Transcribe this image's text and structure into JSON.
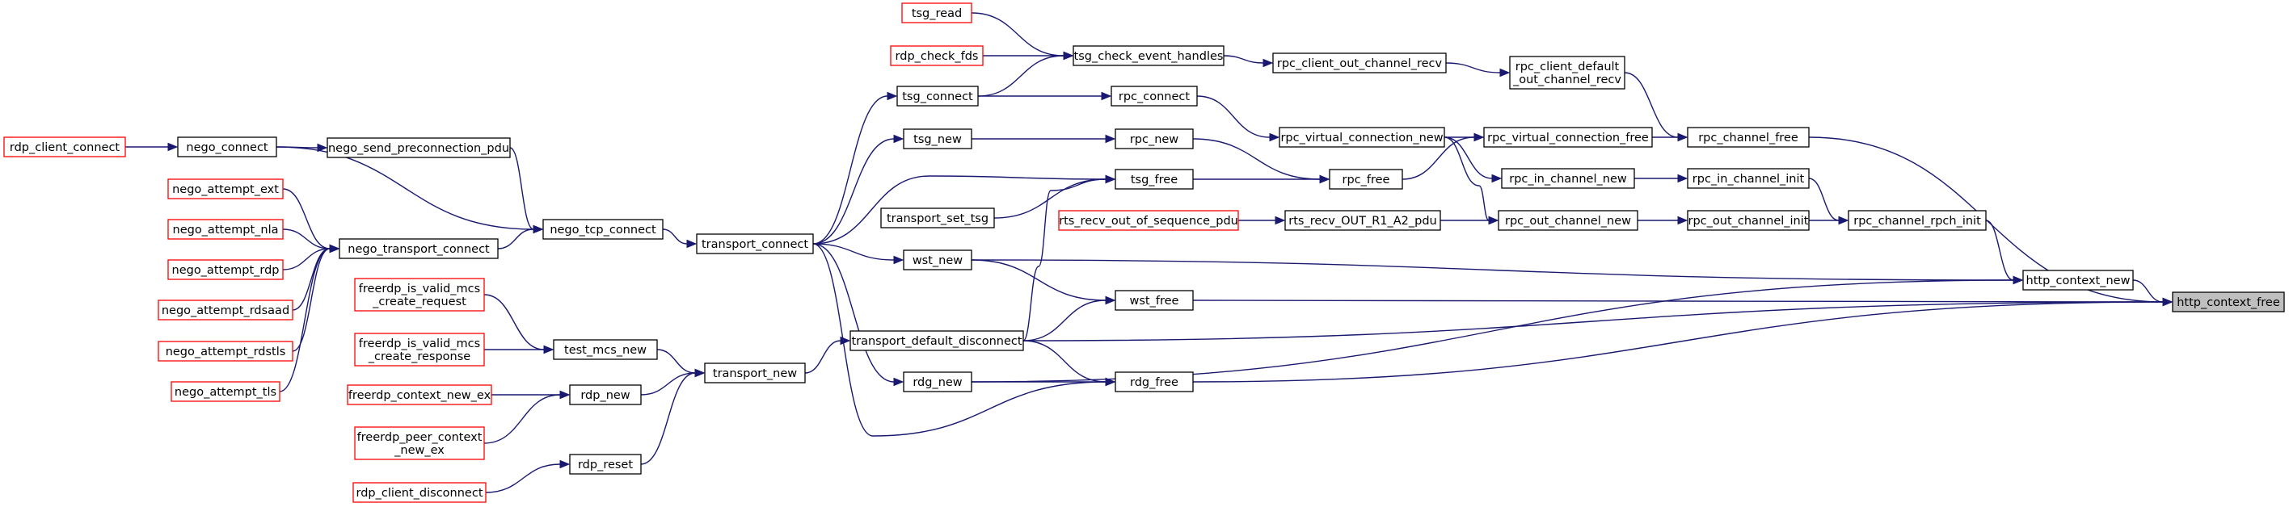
{
  "colors": {
    "edge": "#191970",
    "caller_border": "#000000",
    "truncated_border": "#ff0000",
    "root_fill": "#bfbfbf"
  },
  "nodes": {
    "http_context_free": {
      "label": "http_context_free",
      "kind": "root"
    },
    "http_context_new": {
      "label": "http_context_new",
      "kind": "normal"
    },
    "rpc_channel_free": {
      "label": "rpc_channel_free",
      "kind": "normal"
    },
    "rpc_channel_rpch_init": {
      "label": "rpc_channel_rpch_init",
      "kind": "normal"
    },
    "rpc_client_default_out_channel_recv": {
      "label": "rpc_client_default\n_out_channel_recv",
      "kind": "normal"
    },
    "rpc_virtual_connection_free": {
      "label": "rpc_virtual_connection_free",
      "kind": "normal"
    },
    "rpc_in_channel_init": {
      "label": "rpc_in_channel_init",
      "kind": "normal"
    },
    "rpc_out_channel_init": {
      "label": "rpc_out_channel_init",
      "kind": "normal"
    },
    "rpc_client_out_channel_recv": {
      "label": "rpc_client_out_channel_recv",
      "kind": "normal"
    },
    "rpc_virtual_connection_new": {
      "label": "rpc_virtual_connection_new",
      "kind": "normal"
    },
    "rpc_in_channel_new": {
      "label": "rpc_in_channel_new",
      "kind": "normal"
    },
    "rpc_out_channel_new": {
      "label": "rpc_out_channel_new",
      "kind": "normal"
    },
    "tsg_check_event_handles": {
      "label": "tsg_check_event_handles",
      "kind": "normal"
    },
    "rpc_connect": {
      "label": "rpc_connect",
      "kind": "normal"
    },
    "rpc_new": {
      "label": "rpc_new",
      "kind": "normal"
    },
    "rpc_free": {
      "label": "rpc_free",
      "kind": "normal"
    },
    "rts_recv_OUT_R1_A2_pdu": {
      "label": "rts_recv_OUT_R1_A2_pdu",
      "kind": "normal"
    },
    "rts_recv_out_of_sequence_pdu": {
      "label": "rts_recv_out_of_sequence_pdu",
      "kind": "truncated"
    },
    "tsg_read": {
      "label": "tsg_read",
      "kind": "truncated"
    },
    "rdp_check_fds": {
      "label": "rdp_check_fds",
      "kind": "truncated"
    },
    "tsg_connect": {
      "label": "tsg_connect",
      "kind": "normal"
    },
    "tsg_new": {
      "label": "tsg_new",
      "kind": "normal"
    },
    "tsg_free": {
      "label": "tsg_free",
      "kind": "normal"
    },
    "transport_set_tsg": {
      "label": "transport_set_tsg",
      "kind": "normal"
    },
    "wst_new": {
      "label": "wst_new",
      "kind": "normal"
    },
    "wst_free": {
      "label": "wst_free",
      "kind": "normal"
    },
    "rdg_new": {
      "label": "rdg_new",
      "kind": "normal"
    },
    "rdg_free": {
      "label": "rdg_free",
      "kind": "normal"
    },
    "transport_default_disconnect": {
      "label": "transport_default_disconnect",
      "kind": "normal"
    },
    "transport_connect": {
      "label": "transport_connect",
      "kind": "normal"
    },
    "transport_new": {
      "label": "transport_new",
      "kind": "normal"
    },
    "nego_tcp_connect": {
      "label": "nego_tcp_connect",
      "kind": "normal"
    },
    "nego_send_preconnection_pdu": {
      "label": "nego_send_preconnection_pdu",
      "kind": "normal"
    },
    "nego_transport_connect": {
      "label": "nego_transport_connect",
      "kind": "normal"
    },
    "nego_connect": {
      "label": "nego_connect",
      "kind": "normal"
    },
    "rdp_client_connect": {
      "label": "rdp_client_connect",
      "kind": "truncated"
    },
    "nego_attempt_ext": {
      "label": "nego_attempt_ext",
      "kind": "truncated"
    },
    "nego_attempt_nla": {
      "label": "nego_attempt_nla",
      "kind": "truncated"
    },
    "nego_attempt_rdp": {
      "label": "nego_attempt_rdp",
      "kind": "truncated"
    },
    "nego_attempt_rdsaad": {
      "label": "nego_attempt_rdsaad",
      "kind": "truncated"
    },
    "nego_attempt_rdstls": {
      "label": "nego_attempt_rdstls",
      "kind": "truncated"
    },
    "nego_attempt_tls": {
      "label": "nego_attempt_tls",
      "kind": "truncated"
    },
    "test_mcs_new": {
      "label": "test_mcs_new",
      "kind": "normal"
    },
    "rdp_new": {
      "label": "rdp_new",
      "kind": "normal"
    },
    "rdp_reset": {
      "label": "rdp_reset",
      "kind": "normal"
    },
    "freerdp_is_valid_mcs_create_request": {
      "label": "freerdp_is_valid_mcs\n_create_request",
      "kind": "truncated"
    },
    "freerdp_is_valid_mcs_create_response": {
      "label": "freerdp_is_valid_mcs\n_create_response",
      "kind": "truncated"
    },
    "freerdp_context_new_ex": {
      "label": "freerdp_context_new_ex",
      "kind": "truncated"
    },
    "freerdp_peer_context_new_ex": {
      "label": "freerdp_peer_context\n_new_ex",
      "kind": "truncated"
    },
    "rdp_client_disconnect": {
      "label": "rdp_client_disconnect",
      "kind": "truncated"
    }
  },
  "edges": [
    [
      "http_context_new",
      "http_context_free"
    ],
    [
      "rpc_channel_free",
      "http_context_free"
    ],
    [
      "wst_free",
      "http_context_free"
    ],
    [
      "rdg_free",
      "http_context_free"
    ],
    [
      "transport_default_disconnect",
      "http_context_free"
    ],
    [
      "rpc_channel_rpch_init",
      "http_context_new"
    ],
    [
      "wst_new",
      "http_context_new"
    ],
    [
      "rdg_new",
      "http_context_new"
    ],
    [
      "rpc_client_default_out_channel_recv",
      "rpc_channel_free"
    ],
    [
      "rpc_virtual_connection_free",
      "rpc_channel_free"
    ],
    [
      "rpc_in_channel_init",
      "rpc_channel_rpch_init"
    ],
    [
      "rpc_out_channel_init",
      "rpc_channel_rpch_init"
    ],
    [
      "rpc_client_out_channel_recv",
      "rpc_client_default_out_channel_recv"
    ],
    [
      "rpc_virtual_connection_new",
      "rpc_virtual_connection_free"
    ],
    [
      "rpc_free",
      "rpc_virtual_connection_free"
    ],
    [
      "rpc_in_channel_new",
      "rpc_in_channel_init"
    ],
    [
      "rpc_out_channel_new",
      "rpc_out_channel_init"
    ],
    [
      "tsg_check_event_handles",
      "rpc_client_out_channel_recv"
    ],
    [
      "rpc_connect",
      "rpc_virtual_connection_new"
    ],
    [
      "rpc_virtual_connection_new",
      "rpc_in_channel_new"
    ],
    [
      "rpc_virtual_connection_new",
      "rpc_out_channel_new"
    ],
    [
      "rts_recv_OUT_R1_A2_pdu",
      "rpc_out_channel_new"
    ],
    [
      "tsg_read",
      "tsg_check_event_handles"
    ],
    [
      "rdp_check_fds",
      "tsg_check_event_handles"
    ],
    [
      "tsg_connect",
      "tsg_check_event_handles"
    ],
    [
      "tsg_connect",
      "rpc_connect"
    ],
    [
      "rts_recv_out_of_sequence_pdu",
      "rts_recv_OUT_R1_A2_pdu"
    ],
    [
      "rpc_new",
      "rpc_free"
    ],
    [
      "tsg_free",
      "rpc_free"
    ],
    [
      "tsg_new",
      "rpc_new"
    ],
    [
      "transport_set_tsg",
      "tsg_free"
    ],
    [
      "transport_connect",
      "tsg_free"
    ],
    [
      "transport_default_disconnect",
      "tsg_free"
    ],
    [
      "transport_connect",
      "tsg_connect"
    ],
    [
      "transport_connect",
      "tsg_new"
    ],
    [
      "transport_connect",
      "wst_new"
    ],
    [
      "transport_connect",
      "rdg_new"
    ],
    [
      "transport_connect",
      "rdg_free"
    ],
    [
      "wst_new",
      "wst_free"
    ],
    [
      "transport_default_disconnect",
      "wst_free"
    ],
    [
      "rdg_new",
      "rdg_free"
    ],
    [
      "transport_default_disconnect",
      "rdg_free"
    ],
    [
      "transport_new",
      "transport_default_disconnect"
    ],
    [
      "nego_tcp_connect",
      "transport_connect"
    ],
    [
      "nego_send_preconnection_pdu",
      "nego_tcp_connect"
    ],
    [
      "nego_transport_connect",
      "nego_tcp_connect"
    ],
    [
      "nego_connect",
      "nego_tcp_connect"
    ],
    [
      "nego_connect",
      "nego_send_preconnection_pdu"
    ],
    [
      "rdp_client_connect",
      "nego_connect"
    ],
    [
      "nego_attempt_ext",
      "nego_transport_connect"
    ],
    [
      "nego_attempt_nla",
      "nego_transport_connect"
    ],
    [
      "nego_attempt_rdp",
      "nego_transport_connect"
    ],
    [
      "nego_attempt_rdsaad",
      "nego_transport_connect"
    ],
    [
      "nego_attempt_rdstls",
      "nego_transport_connect"
    ],
    [
      "nego_attempt_tls",
      "nego_transport_connect"
    ],
    [
      "test_mcs_new",
      "transport_new"
    ],
    [
      "rdp_new",
      "transport_new"
    ],
    [
      "rdp_reset",
      "transport_new"
    ],
    [
      "freerdp_is_valid_mcs_create_request",
      "test_mcs_new"
    ],
    [
      "freerdp_is_valid_mcs_create_response",
      "test_mcs_new"
    ],
    [
      "freerdp_context_new_ex",
      "rdp_new"
    ],
    [
      "freerdp_peer_context_new_ex",
      "rdp_new"
    ],
    [
      "rdp_client_disconnect",
      "rdp_reset"
    ]
  ]
}
